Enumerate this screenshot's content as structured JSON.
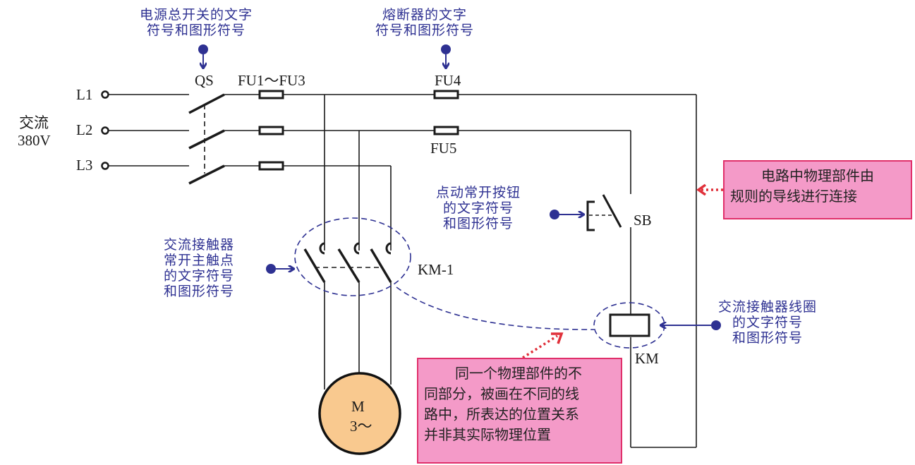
{
  "colors": {
    "wire": "#1a1a1a",
    "annotation_blue": "#2e3192",
    "callout_red": "#e0303a",
    "callout_fill": "#f49ac8",
    "motor_fill": "#f9c98f"
  },
  "supply": {
    "label_line1": "交流",
    "label_line2": "380V",
    "phases": [
      "L1",
      "L2",
      "L3"
    ]
  },
  "components": {
    "qs": "QS",
    "fu1_3": "FU1～FU3",
    "fu4": "FU4",
    "fu5": "FU5",
    "sb": "SB",
    "km1": "KM-1",
    "km": "KM",
    "motor_line1": "M",
    "motor_line2": "3～"
  },
  "annotations": {
    "qs_note": "电源总开关的文字\n符号和图形符号",
    "fuse_note": "熔断器的文字\n符号和图形符号",
    "sb_note": "点动常开按钮\n的文字符号\n和图形符号",
    "km1_note": "交流接触器\n常开主触点\n的文字符号\n和图形符号",
    "km_coil_note": "交流接触器线圈\n的文字符号\n和图形符号"
  },
  "callouts": {
    "wiring": {
      "line1": "电路中物理部件由",
      "line2": "规则的导线进行连接"
    },
    "same_part": {
      "line1": "同一个物理部件的不",
      "line2": "同部分，被画在不同的线",
      "line3": "路中，所表达的位置关系",
      "line4": "并非其实际物理位置"
    }
  }
}
